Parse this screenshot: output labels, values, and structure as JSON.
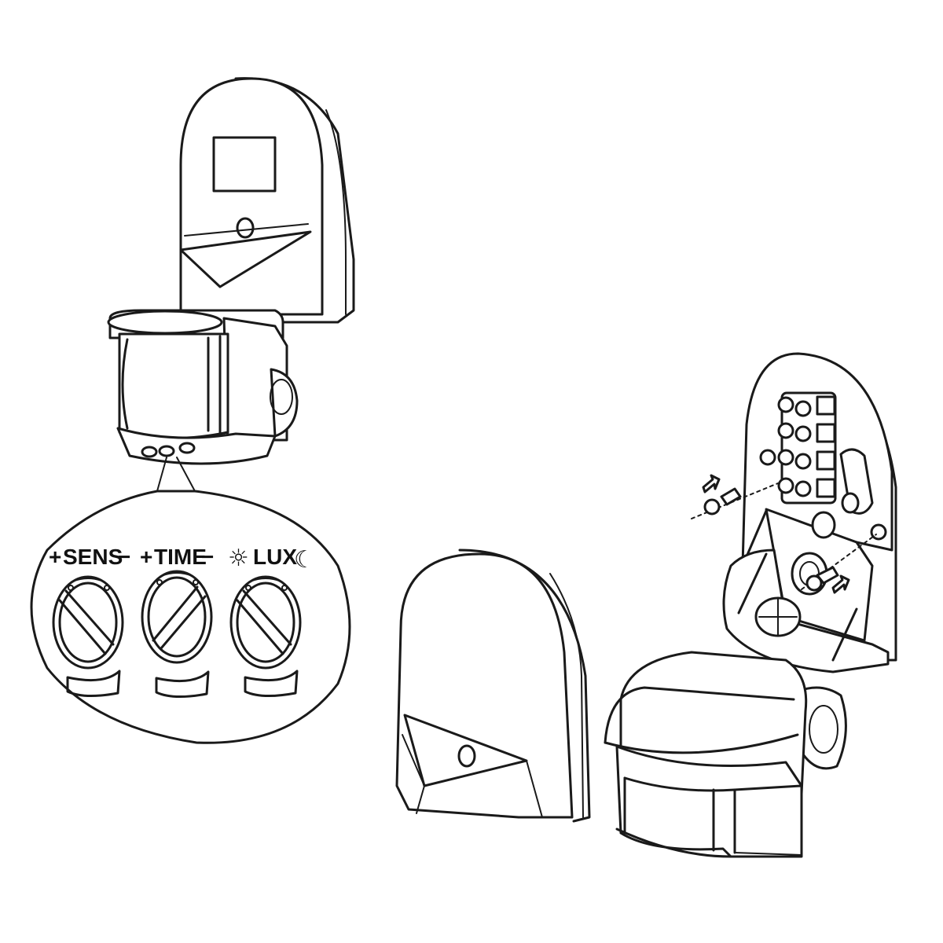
{
  "labels": {
    "sens": {
      "text": "SENS",
      "plus": "+",
      "minus": "−"
    },
    "time": {
      "text": "TIME",
      "plus": "+",
      "minus": "−"
    },
    "lux": {
      "text": "LUX",
      "sun": "☼",
      "moon": "☾"
    }
  },
  "icons": {
    "sun": "sun-icon",
    "moon": "moon-icon",
    "arrow": "arrow-icon",
    "screw": "screw-icon"
  },
  "colors": {
    "line": "#1a1a1a",
    "background": "#ffffff"
  }
}
